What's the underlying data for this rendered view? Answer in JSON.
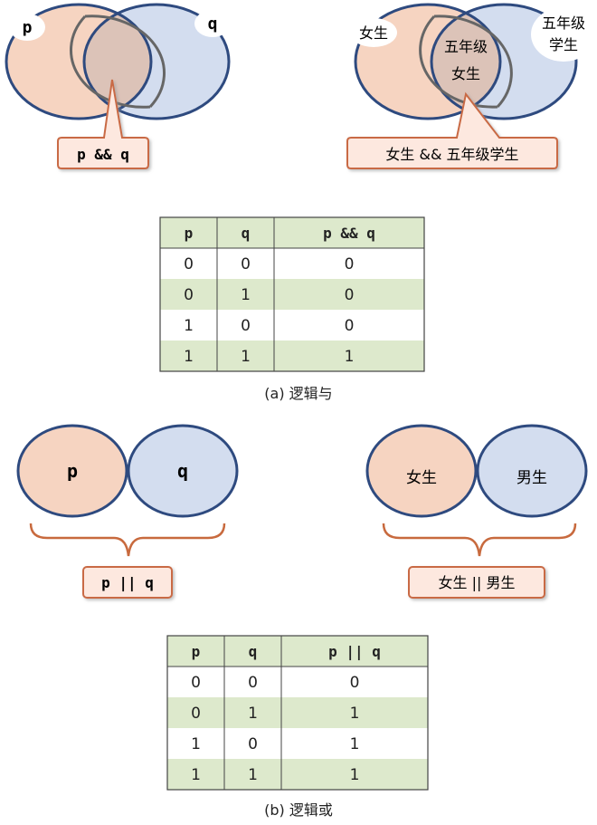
{
  "colors": {
    "pink": "#f6d4c1",
    "blue": "#d3ddef",
    "overlap": "#dcc3b8",
    "outline": "#2e4a7f",
    "bracket": "#c86a3e",
    "callout_fill": "#fde8df",
    "callout_stroke": "#c96b45",
    "table_green": "#dde9cc",
    "table_border": "#444444"
  },
  "panel_a": {
    "left_venn": {
      "label_p": "p",
      "label_q": "q",
      "callout": "p && q"
    },
    "right_venn": {
      "label_left": "女生",
      "label_right_line1": "五年级",
      "label_right_line2": "学生",
      "overlap_line1": "五年级",
      "overlap_line2": "女生",
      "callout": "女生 && 五年级学生"
    },
    "table": {
      "headers": [
        "p",
        "q",
        "p && q"
      ],
      "rows": [
        [
          "0",
          "0",
          "0"
        ],
        [
          "0",
          "1",
          "0"
        ],
        [
          "1",
          "0",
          "0"
        ],
        [
          "1",
          "1",
          "1"
        ]
      ]
    },
    "caption": "(a) 逻辑与"
  },
  "panel_b": {
    "left_pair": {
      "label_p": "p",
      "label_q": "q",
      "callout": "p || q"
    },
    "right_pair": {
      "label_left": "女生",
      "label_right": "男生",
      "callout": "女生 || 男生"
    },
    "table": {
      "headers": [
        "p",
        "q",
        "p || q"
      ],
      "rows": [
        [
          "0",
          "0",
          "0"
        ],
        [
          "0",
          "1",
          "1"
        ],
        [
          "1",
          "0",
          "1"
        ],
        [
          "1",
          "1",
          "1"
        ]
      ]
    },
    "caption": "(b) 逻辑或"
  }
}
